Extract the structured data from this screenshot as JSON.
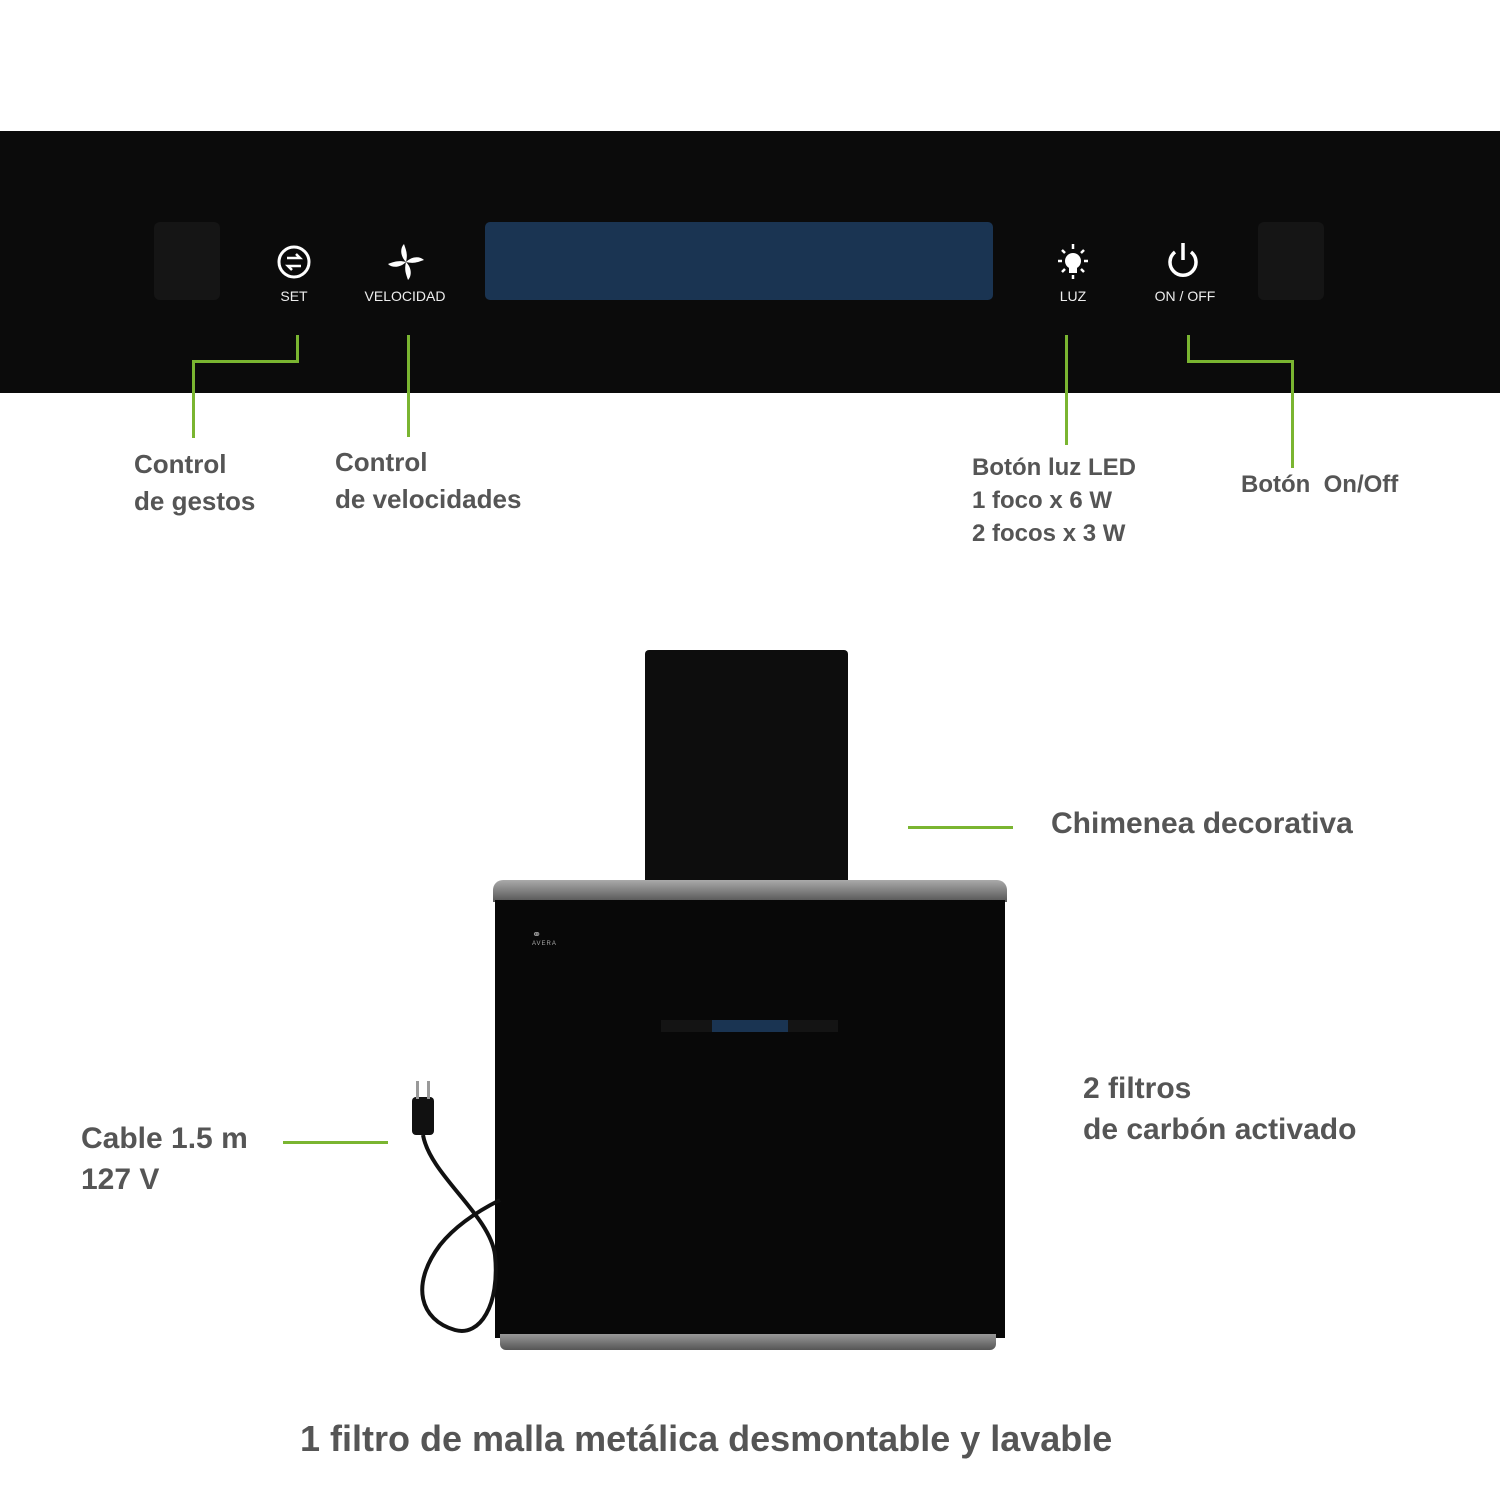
{
  "panel": {
    "buttons": [
      {
        "label": "SET",
        "icon": "swap-arrows-icon"
      },
      {
        "label": "VELOCIDAD",
        "icon": "fan-icon"
      },
      {
        "label": "LUZ",
        "icon": "light-bulb-icon"
      },
      {
        "label": "ON / OFF",
        "icon": "power-icon"
      }
    ]
  },
  "callouts": {
    "gestos": [
      "Control",
      "de gestos"
    ],
    "velocidades": [
      "Control",
      "de velocidades"
    ],
    "luz": [
      "Botón luz LED",
      "1 foco x 6 W",
      "2 focos x 3 W"
    ],
    "onoff": [
      "Botón  On/Off"
    ],
    "chimenea": "Chimenea decorativa",
    "filtros": [
      "2 filtros",
      "de carbón activado"
    ],
    "cable": [
      "Cable 1.5 m",
      "127 V"
    ],
    "malla": "1 filtro de malla metálica desmontable y lavable"
  },
  "product": {
    "brand_logo": "AVERA"
  },
  "colors": {
    "accent": "#7ab531",
    "text": "#555555",
    "display": "#1a3452"
  }
}
